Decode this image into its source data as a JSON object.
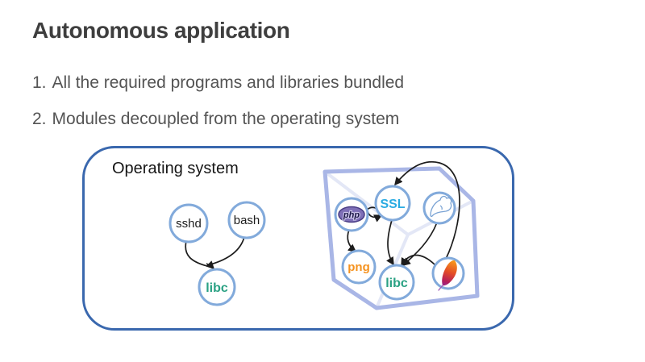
{
  "slide": {
    "title": "Autonomous application",
    "list": [
      {
        "num": "1.",
        "text": "All the required programs and libraries bundled"
      },
      {
        "num": "2.",
        "text": "Modules decoupled from the operating system"
      }
    ]
  },
  "diagram": {
    "os_box_label": "Operating system",
    "nodes": {
      "sshd": {
        "label": "sshd",
        "text_color": "#1c1c1c"
      },
      "bash": {
        "label": "bash",
        "text_color": "#1c1c1c"
      },
      "libc_os": {
        "label": "libc",
        "text_color": "#2aa183"
      },
      "php": {
        "label": "php",
        "icon": "php-logo",
        "logo_bg": "#7e6fb7"
      },
      "ssl": {
        "label": "SSL",
        "text_color": "#29abe2"
      },
      "mysql": {
        "icon": "mysql-dolphin-icon"
      },
      "png": {
        "label": "png",
        "text_color": "#f5921e"
      },
      "libc_bundle": {
        "label": "libc",
        "text_color": "#2aa183"
      },
      "apache": {
        "icon": "apache-feather-icon"
      }
    },
    "edges": [
      {
        "from": "sshd",
        "to": "libc_os"
      },
      {
        "from": "bash",
        "to": "libc_os"
      },
      {
        "from": "apache",
        "to": "ssl"
      },
      {
        "from": "php",
        "to": "ssl"
      },
      {
        "from": "php",
        "to": "png"
      },
      {
        "from": "ssl",
        "to": "libc_bundle"
      },
      {
        "from": "mysql",
        "to": "libc_bundle"
      },
      {
        "from": "apache",
        "to": "libc_bundle"
      }
    ],
    "colors": {
      "os_box_border": "#3a68ae",
      "node_ring": "#82aadb",
      "bundle_outline": "#a9b6e6",
      "wireframe": "#e3e7f6",
      "arrow": "#1c1c1c",
      "title_text": "#3e3e3e",
      "body_text": "#545454",
      "ssl_text": "#29abe2",
      "png_text": "#f5921e",
      "libc_text": "#2aa183"
    }
  }
}
